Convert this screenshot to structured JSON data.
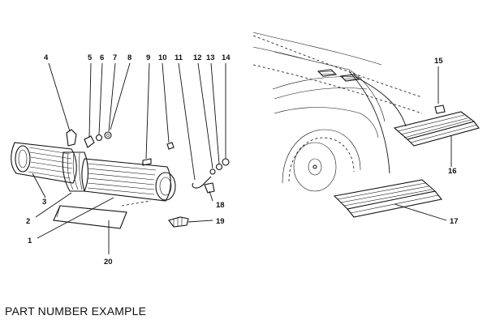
{
  "caption": "PART NUMBER EXAMPLE",
  "labels": {
    "l1": "1",
    "l2": "2",
    "l3": "3",
    "l4": "4",
    "l5": "5",
    "l6": "6",
    "l7": "7",
    "l8": "8",
    "l9": "9",
    "l10": "10",
    "l11": "11",
    "l12": "12",
    "l13": "13",
    "l14": "14",
    "l15": "15",
    "l16": "16",
    "l17": "17",
    "l18": "18",
    "l19": "19",
    "l20": "20"
  }
}
